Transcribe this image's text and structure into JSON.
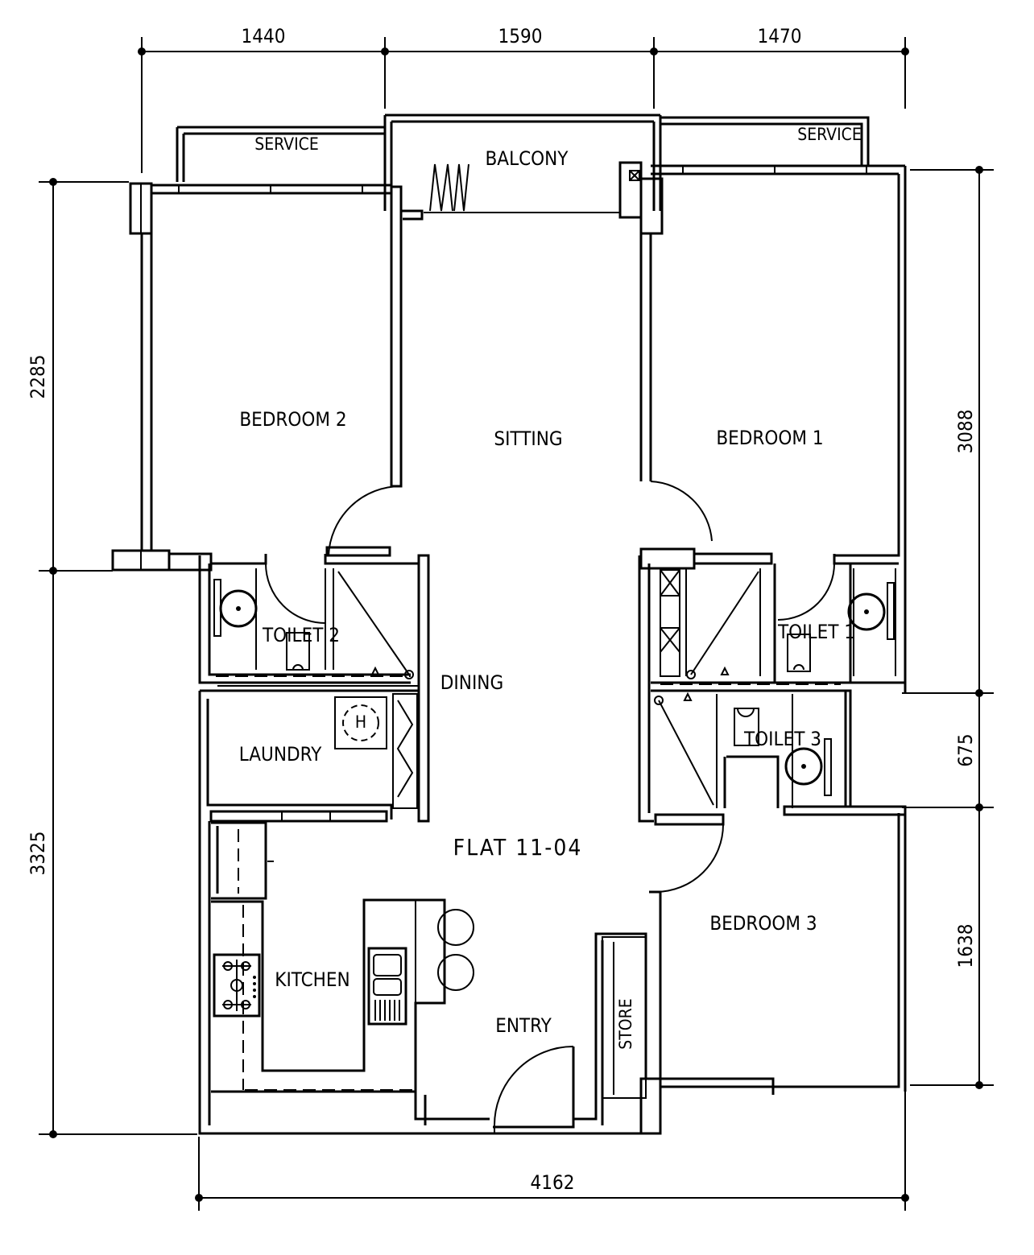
{
  "plan": {
    "flat_label": "FLAT 11-04",
    "rooms": {
      "service_left": "SERVICE",
      "service_right": "SERVICE",
      "balcony": "BALCONY",
      "bedroom_2": "BEDROOM 2",
      "sitting": "SITTING",
      "bedroom_1": "BEDROOM 1",
      "toilet_2": "TOILET 2",
      "toilet_1": "TOILET 1",
      "dining": "DINING",
      "laundry": "LAUNDRY",
      "toilet_3": "TOILET 3",
      "kitchen": "KITCHEN",
      "entry": "ENTRY",
      "store": "STORE",
      "bedroom_3": "BEDROOM 3"
    },
    "dimensions": {
      "top": [
        "1440",
        "1590",
        "1470"
      ],
      "left": [
        "2285",
        "3325"
      ],
      "right": [
        "3088",
        "675",
        "1638"
      ],
      "bottom": "4162"
    }
  }
}
